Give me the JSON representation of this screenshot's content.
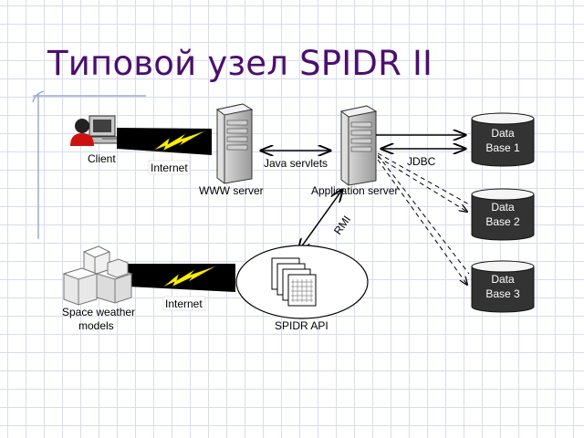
{
  "slide": {
    "title": "Типовой узел SPIDR II"
  },
  "diagram": {
    "nodes": {
      "client": "Client",
      "www_server": "WWW server",
      "app_server": "Application server",
      "spidr_api": "SPIDR API",
      "space_weather_line1": "Space weather",
      "space_weather_line2": "models"
    },
    "links": {
      "internet_top": "Internet",
      "internet_bottom": "Internet",
      "java_servlets": "Java servlets",
      "jdbc": "JDBC",
      "rmi": "RMI"
    },
    "databases": [
      {
        "line1": "Data",
        "line2": "Base 1"
      },
      {
        "line1": "Data",
        "line2": "Base 2"
      },
      {
        "line1": "Data",
        "line2": "Base 3"
      }
    ],
    "colors": {
      "title": "#4b0f6e",
      "database_fill": "#333333",
      "lightning": "#ffee00",
      "grid": "#d7dcef"
    }
  }
}
